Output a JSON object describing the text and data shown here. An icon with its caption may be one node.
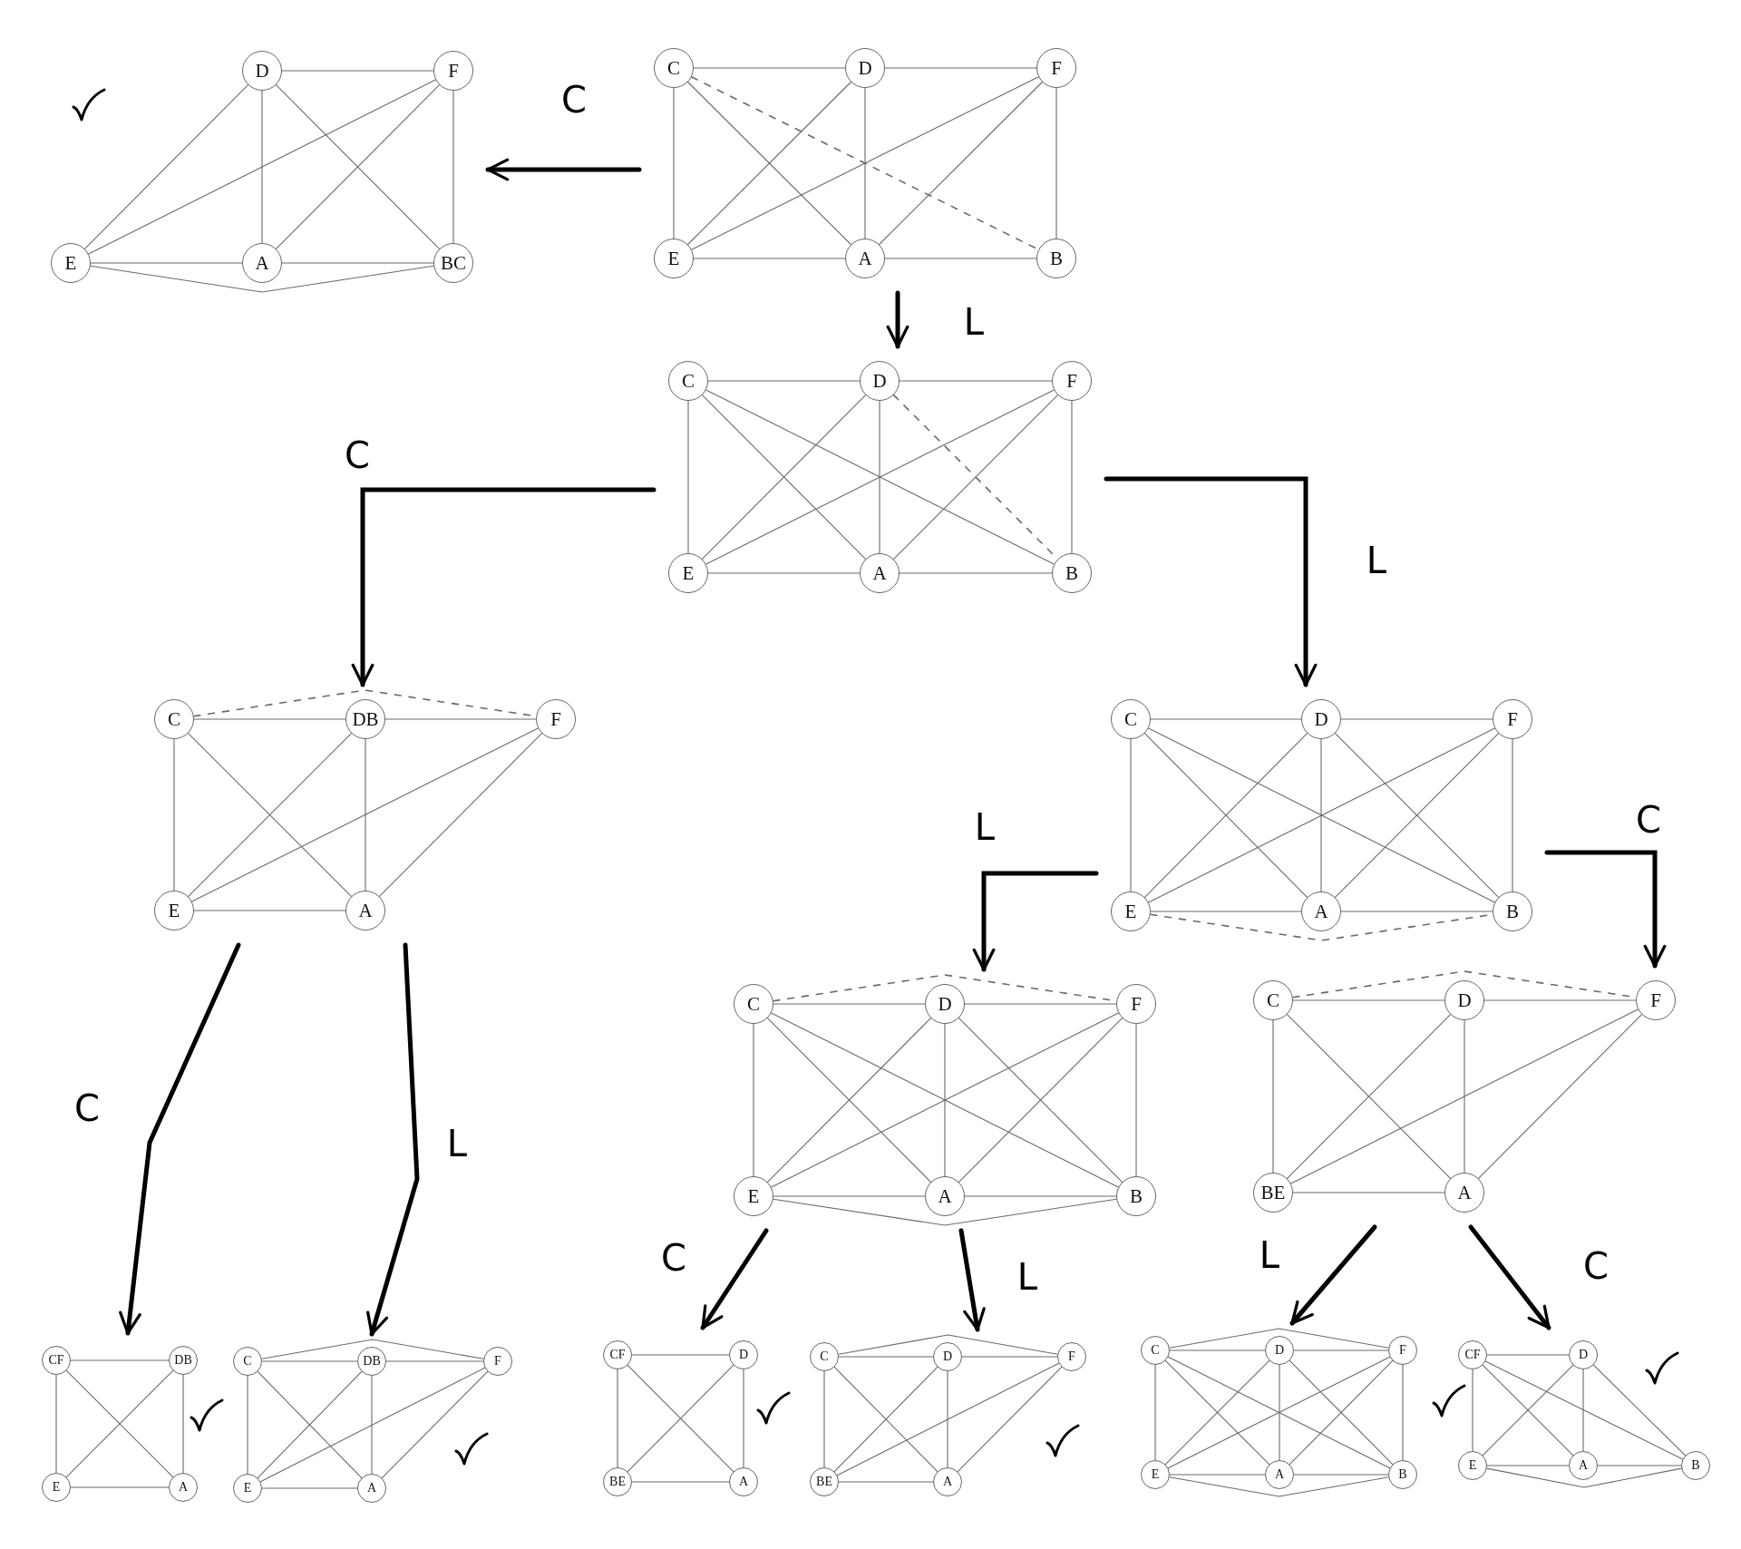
{
  "diagram": {
    "nodes": [
      {
        "text": [],
        "shape": "picture"
      },
      {
        "text": [
          "D"
        ],
        "in": 0
      },
      {
        "text": [
          "F"
        ],
        "in": 0
      },
      {
        "text": [
          "E"
        ],
        "in": 0
      },
      {
        "text": [
          "A"
        ],
        "in": 0
      },
      {
        "text": [
          "BC"
        ],
        "in": 0
      },
      {
        "text": [],
        "shape": "picture"
      },
      {
        "text": [
          "C"
        ],
        "in": 6
      },
      {
        "text": [
          "D"
        ],
        "in": 6
      },
      {
        "text": [
          "F"
        ],
        "in": 6
      },
      {
        "text": [
          "E"
        ],
        "in": 6
      },
      {
        "text": [
          "A"
        ],
        "in": 6
      },
      {
        "text": [
          "B"
        ],
        "in": 6
      },
      {
        "text": [],
        "shape": "picture"
      },
      {
        "text": [
          "C"
        ],
        "in": 13
      },
      {
        "text": [
          "D"
        ],
        "in": 13
      },
      {
        "text": [
          "F"
        ],
        "in": 13
      },
      {
        "text": [
          "E"
        ],
        "in": 13
      },
      {
        "text": [
          "A"
        ],
        "in": 13
      },
      {
        "text": [
          "B"
        ],
        "in": 13
      },
      {
        "text": [],
        "shape": "picture"
      },
      {
        "text": [
          "C"
        ],
        "in": 20
      },
      {
        "text": [
          "DB"
        ],
        "in": 20
      },
      {
        "text": [
          "F"
        ],
        "in": 20
      },
      {
        "text": [
          "E"
        ],
        "in": 20
      },
      {
        "text": [
          "A"
        ],
        "in": 20
      },
      {
        "text": [],
        "shape": "picture"
      },
      {
        "text": [
          "C"
        ],
        "in": 26
      },
      {
        "text": [
          "D"
        ],
        "in": 26
      },
      {
        "text": [
          "F"
        ],
        "in": 26
      },
      {
        "text": [
          "E"
        ],
        "in": 26
      },
      {
        "text": [
          "A"
        ],
        "in": 26
      },
      {
        "text": [
          "B"
        ],
        "in": 26
      },
      {
        "text": [],
        "shape": "picture"
      },
      {
        "text": [
          "C"
        ],
        "in": 33
      },
      {
        "text": [
          "D"
        ],
        "in": 33
      },
      {
        "text": [
          "F"
        ],
        "in": 33
      },
      {
        "text": [
          "E"
        ],
        "in": 33
      },
      {
        "text": [
          "A"
        ],
        "in": 33
      },
      {
        "text": [
          "B"
        ],
        "in": 33
      },
      {
        "text": [],
        "shape": "picture"
      },
      {
        "text": [
          "C"
        ],
        "in": 40
      },
      {
        "text": [
          "D"
        ],
        "in": 40
      },
      {
        "text": [
          "F"
        ],
        "in": 40
      },
      {
        "text": [
          "BE"
        ],
        "in": 40
      },
      {
        "text": [
          "A"
        ],
        "in": 40
      },
      {
        "text": [],
        "shape": "picture"
      },
      {
        "text": [
          "CF"
        ],
        "in": 46
      },
      {
        "text": [
          "DB"
        ],
        "in": 46
      },
      {
        "text": [
          "E"
        ],
        "in": 46
      },
      {
        "text": [
          "A"
        ],
        "in": 46
      },
      {
        "text": [],
        "shape": "picture"
      },
      {
        "text": [
          "C"
        ],
        "in": 51
      },
      {
        "text": [
          "DB"
        ],
        "in": 51
      },
      {
        "text": [
          "F"
        ],
        "in": 51
      },
      {
        "text": [
          "E"
        ],
        "in": 51
      },
      {
        "text": [
          "A"
        ],
        "in": 51
      },
      {
        "text": [],
        "shape": "picture"
      },
      {
        "text": [
          "CF"
        ],
        "in": 57
      },
      {
        "text": [
          "D"
        ],
        "in": 57
      },
      {
        "text": [
          "BE"
        ],
        "in": 57
      },
      {
        "text": [
          "A"
        ],
        "in": 57
      },
      {
        "text": [],
        "shape": "picture"
      },
      {
        "text": [
          "C"
        ],
        "in": 62
      },
      {
        "text": [
          "D"
        ],
        "in": 62
      },
      {
        "text": [
          "F"
        ],
        "in": 62
      },
      {
        "text": [
          "BE"
        ],
        "in": 62
      },
      {
        "text": [
          "A"
        ],
        "in": 62
      },
      {
        "text": [],
        "shape": "picture"
      },
      {
        "text": [
          "C"
        ],
        "in": 68
      },
      {
        "text": [
          "D"
        ],
        "in": 68
      },
      {
        "text": [
          "F"
        ],
        "in": 68
      },
      {
        "text": [
          "E"
        ],
        "in": 68
      },
      {
        "text": [
          "A"
        ],
        "in": 68
      },
      {
        "text": [
          "B"
        ],
        "in": 68
      },
      {
        "text": [],
        "shape": "picture"
      },
      {
        "text": [
          "CF"
        ],
        "in": 75
      },
      {
        "text": [
          "D"
        ],
        "in": 75
      },
      {
        "text": [
          "E"
        ],
        "in": 75
      },
      {
        "text": [
          "A"
        ],
        "in": 75
      },
      {
        "text": [
          "B"
        ],
        "in": 75
      }
    ],
    "edges": [
      {
        "from": 6,
        "to": 0,
        "arrow": "to",
        "label": "C",
        "style": "thick",
        "color": "#000000"
      },
      {
        "from": 6,
        "to": 13,
        "arrow": "to",
        "label": "L",
        "style": "thick",
        "color": "#000000"
      },
      {
        "from": 13,
        "to": 20,
        "arrow": "to",
        "label": "C",
        "style": "thick",
        "color": "#000000"
      },
      {
        "from": 13,
        "to": 26,
        "arrow": "to",
        "label": "L",
        "style": "thick",
        "color": "#000000"
      },
      {
        "from": 20,
        "to": 46,
        "arrow": "to",
        "label": "C",
        "style": "thick",
        "color": "#000000"
      },
      {
        "from": 20,
        "to": 51,
        "arrow": "to",
        "label": "L",
        "style": "thick",
        "color": "#000000"
      },
      {
        "from": 26,
        "to": 33,
        "arrow": "to",
        "label": "L",
        "style": "thick",
        "color": "#000000"
      },
      {
        "from": 26,
        "to": 40,
        "arrow": "to",
        "label": "C",
        "style": "thick",
        "color": "#000000"
      },
      {
        "from": 33,
        "to": 57,
        "arrow": "to",
        "label": "C",
        "style": "thick",
        "color": "#000000"
      },
      {
        "from": 33,
        "to": 62,
        "arrow": "to",
        "label": "L",
        "style": "thick",
        "color": "#000000"
      },
      {
        "from": 40,
        "to": 68,
        "arrow": "to",
        "label": "L",
        "style": "thick",
        "color": "#000000"
      },
      {
        "from": 40,
        "to": 75,
        "arrow": "to",
        "label": "C",
        "style": "thick",
        "color": "#000000"
      },
      {
        "from": 1,
        "to": 2,
        "arrow": "none"
      },
      {
        "from": 1,
        "to": 3,
        "arrow": "none"
      },
      {
        "from": 1,
        "to": 4,
        "arrow": "none"
      },
      {
        "from": 1,
        "to": 5,
        "arrow": "none"
      },
      {
        "from": 2,
        "to": 3,
        "arrow": "none"
      },
      {
        "from": 2,
        "to": 4,
        "arrow": "none"
      },
      {
        "from": 2,
        "to": 5,
        "arrow": "none"
      },
      {
        "from": 3,
        "to": 4,
        "arrow": "none"
      },
      {
        "from": 4,
        "to": 5,
        "arrow": "none"
      },
      {
        "from": 3,
        "to": 5,
        "arrow": "none"
      },
      {
        "from": 7,
        "to": 8,
        "arrow": "none"
      },
      {
        "from": 8,
        "to": 9,
        "arrow": "none"
      },
      {
        "from": 7,
        "to": 10,
        "arrow": "none"
      },
      {
        "from": 7,
        "to": 11,
        "arrow": "none"
      },
      {
        "from": 7,
        "to": 12,
        "arrow": "none",
        "style": "dashed"
      },
      {
        "from": 8,
        "to": 10,
        "arrow": "none"
      },
      {
        "from": 8,
        "to": 11,
        "arrow": "none"
      },
      {
        "from": 9,
        "to": 10,
        "arrow": "none"
      },
      {
        "from": 9,
        "to": 11,
        "arrow": "none"
      },
      {
        "from": 9,
        "to": 12,
        "arrow": "none"
      },
      {
        "from": 10,
        "to": 11,
        "arrow": "none"
      },
      {
        "from": 11,
        "to": 12,
        "arrow": "none"
      },
      {
        "from": 14,
        "to": 15,
        "arrow": "none"
      },
      {
        "from": 15,
        "to": 16,
        "arrow": "none"
      },
      {
        "from": 14,
        "to": 17,
        "arrow": "none"
      },
      {
        "from": 14,
        "to": 18,
        "arrow": "none"
      },
      {
        "from": 14,
        "to": 19,
        "arrow": "none"
      },
      {
        "from": 15,
        "to": 17,
        "arrow": "none"
      },
      {
        "from": 15,
        "to": 18,
        "arrow": "none"
      },
      {
        "from": 15,
        "to": 19,
        "arrow": "none",
        "style": "dashed"
      },
      {
        "from": 16,
        "to": 17,
        "arrow": "none"
      },
      {
        "from": 16,
        "to": 18,
        "arrow": "none"
      },
      {
        "from": 16,
        "to": 19,
        "arrow": "none"
      },
      {
        "from": 17,
        "to": 18,
        "arrow": "none"
      },
      {
        "from": 18,
        "to": 19,
        "arrow": "none"
      },
      {
        "from": 21,
        "to": 22,
        "arrow": "none"
      },
      {
        "from": 22,
        "to": 23,
        "arrow": "none"
      },
      {
        "from": 21,
        "to": 23,
        "arrow": "none",
        "style": "dashed"
      },
      {
        "from": 21,
        "to": 24,
        "arrow": "none"
      },
      {
        "from": 21,
        "to": 25,
        "arrow": "none"
      },
      {
        "from": 22,
        "to": 24,
        "arrow": "none"
      },
      {
        "from": 22,
        "to": 25,
        "arrow": "none"
      },
      {
        "from": 23,
        "to": 24,
        "arrow": "none"
      },
      {
        "from": 23,
        "to": 25,
        "arrow": "none"
      },
      {
        "from": 24,
        "to": 25,
        "arrow": "none"
      },
      {
        "from": 27,
        "to": 28,
        "arrow": "none"
      },
      {
        "from": 28,
        "to": 29,
        "arrow": "none"
      },
      {
        "from": 27,
        "to": 30,
        "arrow": "none"
      },
      {
        "from": 27,
        "to": 31,
        "arrow": "none"
      },
      {
        "from": 27,
        "to": 32,
        "arrow": "none"
      },
      {
        "from": 28,
        "to": 30,
        "arrow": "none"
      },
      {
        "from": 28,
        "to": 31,
        "arrow": "none"
      },
      {
        "from": 28,
        "to": 32,
        "arrow": "none"
      },
      {
        "from": 29,
        "to": 30,
        "arrow": "none"
      },
      {
        "from": 29,
        "to": 31,
        "arrow": "none"
      },
      {
        "from": 29,
        "to": 32,
        "arrow": "none"
      },
      {
        "from": 30,
        "to": 31,
        "arrow": "none"
      },
      {
        "from": 31,
        "to": 32,
        "arrow": "none"
      },
      {
        "from": 30,
        "to": 32,
        "arrow": "none",
        "style": "dashed"
      },
      {
        "from": 34,
        "to": 35,
        "arrow": "none"
      },
      {
        "from": 35,
        "to": 36,
        "arrow": "none"
      },
      {
        "from": 34,
        "to": 36,
        "arrow": "none",
        "style": "dashed"
      },
      {
        "from": 34,
        "to": 37,
        "arrow": "none"
      },
      {
        "from": 34,
        "to": 38,
        "arrow": "none"
      },
      {
        "from": 34,
        "to": 39,
        "arrow": "none"
      },
      {
        "from": 35,
        "to": 37,
        "arrow": "none"
      },
      {
        "from": 35,
        "to": 38,
        "arrow": "none"
      },
      {
        "from": 35,
        "to": 39,
        "arrow": "none"
      },
      {
        "from": 36,
        "to": 37,
        "arrow": "none"
      },
      {
        "from": 36,
        "to": 38,
        "arrow": "none"
      },
      {
        "from": 36,
        "to": 39,
        "arrow": "none"
      },
      {
        "from": 37,
        "to": 38,
        "arrow": "none"
      },
      {
        "from": 38,
        "to": 39,
        "arrow": "none"
      },
      {
        "from": 37,
        "to": 39,
        "arrow": "none"
      },
      {
        "from": 41,
        "to": 42,
        "arrow": "none"
      },
      {
        "from": 42,
        "to": 43,
        "arrow": "none"
      },
      {
        "from": 41,
        "to": 43,
        "arrow": "none",
        "style": "dashed"
      },
      {
        "from": 41,
        "to": 44,
        "arrow": "none"
      },
      {
        "from": 41,
        "to": 45,
        "arrow": "none"
      },
      {
        "from": 42,
        "to": 44,
        "arrow": "none"
      },
      {
        "from": 42,
        "to": 45,
        "arrow": "none"
      },
      {
        "from": 43,
        "to": 44,
        "arrow": "none"
      },
      {
        "from": 43,
        "to": 45,
        "arrow": "none"
      },
      {
        "from": 44,
        "to": 45,
        "arrow": "none"
      },
      {
        "from": 47,
        "to": 48,
        "arrow": "none"
      },
      {
        "from": 47,
        "to": 49,
        "arrow": "none"
      },
      {
        "from": 47,
        "to": 50,
        "arrow": "none"
      },
      {
        "from": 48,
        "to": 49,
        "arrow": "none"
      },
      {
        "from": 48,
        "to": 50,
        "arrow": "none"
      },
      {
        "from": 49,
        "to": 50,
        "arrow": "none"
      },
      {
        "from": 52,
        "to": 53,
        "arrow": "none"
      },
      {
        "from": 53,
        "to": 54,
        "arrow": "none"
      },
      {
        "from": 52,
        "to": 54,
        "arrow": "none"
      },
      {
        "from": 52,
        "to": 55,
        "arrow": "none"
      },
      {
        "from": 52,
        "to": 56,
        "arrow": "none"
      },
      {
        "from": 53,
        "to": 55,
        "arrow": "none"
      },
      {
        "from": 53,
        "to": 56,
        "arrow": "none"
      },
      {
        "from": 54,
        "to": 55,
        "arrow": "none"
      },
      {
        "from": 54,
        "to": 56,
        "arrow": "none"
      },
      {
        "from": 55,
        "to": 56,
        "arrow": "none"
      },
      {
        "from": 58,
        "to": 59,
        "arrow": "none"
      },
      {
        "from": 58,
        "to": 60,
        "arrow": "none"
      },
      {
        "from": 58,
        "to": 61,
        "arrow": "none"
      },
      {
        "from": 59,
        "to": 60,
        "arrow": "none"
      },
      {
        "from": 59,
        "to": 61,
        "arrow": "none"
      },
      {
        "from": 60,
        "to": 61,
        "arrow": "none"
      },
      {
        "from": 63,
        "to": 64,
        "arrow": "none"
      },
      {
        "from": 64,
        "to": 65,
        "arrow": "none"
      },
      {
        "from": 63,
        "to": 65,
        "arrow": "none"
      },
      {
        "from": 63,
        "to": 66,
        "arrow": "none"
      },
      {
        "from": 63,
        "to": 67,
        "arrow": "none"
      },
      {
        "from": 64,
        "to": 66,
        "arrow": "none"
      },
      {
        "from": 64,
        "to": 67,
        "arrow": "none"
      },
      {
        "from": 65,
        "to": 66,
        "arrow": "none"
      },
      {
        "from": 65,
        "to": 67,
        "arrow": "none"
      },
      {
        "from": 66,
        "to": 67,
        "arrow": "none"
      },
      {
        "from": 69,
        "to": 70,
        "arrow": "none"
      },
      {
        "from": 70,
        "to": 71,
        "arrow": "none"
      },
      {
        "from": 69,
        "to": 71,
        "arrow": "none"
      },
      {
        "from": 69,
        "to": 72,
        "arrow": "none"
      },
      {
        "from": 69,
        "to": 73,
        "arrow": "none"
      },
      {
        "from": 69,
        "to": 74,
        "arrow": "none"
      },
      {
        "from": 70,
        "to": 72,
        "arrow": "none"
      },
      {
        "from": 70,
        "to": 73,
        "arrow": "none"
      },
      {
        "from": 70,
        "to": 74,
        "arrow": "none"
      },
      {
        "from": 71,
        "to": 72,
        "arrow": "none"
      },
      {
        "from": 71,
        "to": 73,
        "arrow": "none"
      },
      {
        "from": 71,
        "to": 74,
        "arrow": "none"
      },
      {
        "from": 72,
        "to": 73,
        "arrow": "none"
      },
      {
        "from": 73,
        "to": 74,
        "arrow": "none"
      },
      {
        "from": 72,
        "to": 74,
        "arrow": "none"
      },
      {
        "from": 76,
        "to": 77,
        "arrow": "none"
      },
      {
        "from": 76,
        "to": 78,
        "arrow": "none"
      },
      {
        "from": 76,
        "to": 79,
        "arrow": "none"
      },
      {
        "from": 76,
        "to": 80,
        "arrow": "none"
      },
      {
        "from": 77,
        "to": 78,
        "arrow": "none"
      },
      {
        "from": 77,
        "to": 79,
        "arrow": "none"
      },
      {
        "from": 77,
        "to": 80,
        "arrow": "none"
      },
      {
        "from": 78,
        "to": 79,
        "arrow": "none"
      },
      {
        "from": 79,
        "to": 80,
        "arrow": "none"
      },
      {
        "from": 78,
        "to": 80,
        "arrow": "none"
      }
    ]
  }
}
